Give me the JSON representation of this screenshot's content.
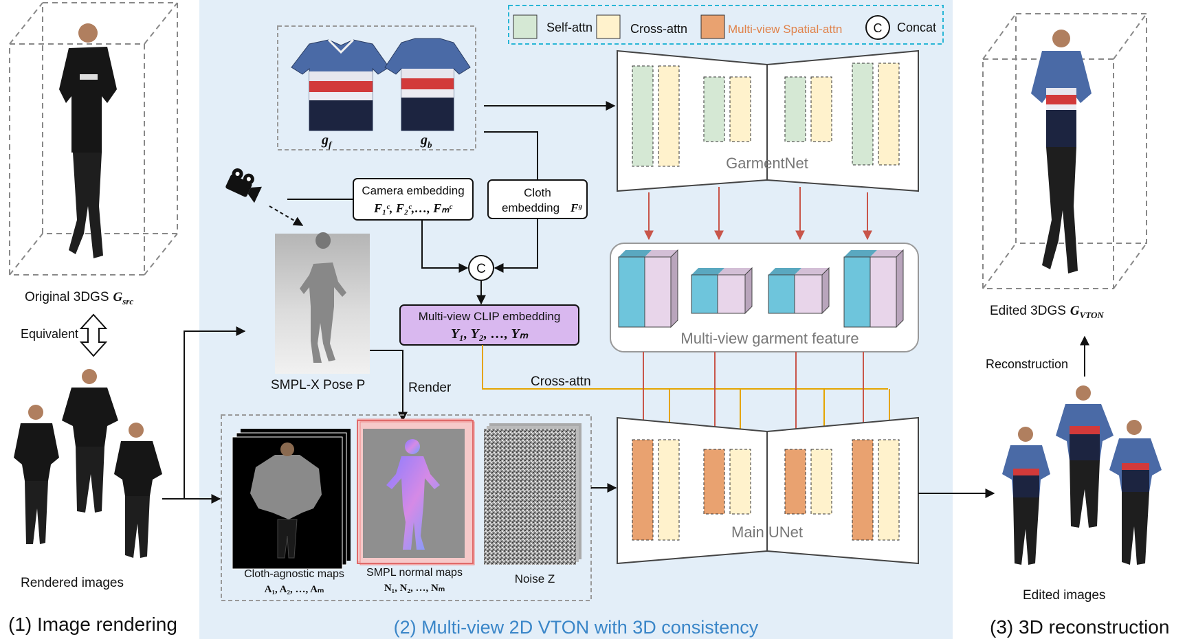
{
  "legend": {
    "self_attn": "Self-attn",
    "cross_attn": "Cross-attn",
    "spatial_attn": "Multi-view Spatial-attn",
    "concat_symbol": "C",
    "concat": "Concat"
  },
  "left": {
    "original_3dgs": "Original 3DGS",
    "g_src": "G",
    "g_src_sub": "src",
    "equivalent": "Equivalent",
    "rendered_images": "Rendered images",
    "stage_title": "(1) Image rendering"
  },
  "middle": {
    "g_f": "g",
    "g_f_sub": "f",
    "g_b": "g",
    "g_b_sub": "b",
    "camera_embedding_title": "Camera embedding",
    "camera_embedding_math": "F₁ᶜ, F₂ᶜ,…, Fₘᶜ",
    "cloth_embedding_line1": "Cloth",
    "cloth_embedding_line2": "embedding",
    "cloth_embedding_math": "Fᵍ",
    "concat_symbol": "C",
    "clip_title": "Multi-view CLIP embedding",
    "clip_math": "Y₁, Y₂, …, Yₘ",
    "smplx_pose": "SMPL-X Pose  P",
    "render": "Render",
    "cross_attn": "Cross-attn",
    "garmentnet": "GarmentNet",
    "garment_feature": "Multi-view garment feature",
    "main_unet": "Main UNet",
    "agnostic_maps": "Cloth-agnostic maps",
    "agnostic_math": "A₁, A₂, …, Aₘ",
    "normal_maps": "SMPL normal maps",
    "normal_math": "N₁, N₂, …, Nₘ",
    "noise": "Noise  Z",
    "stage_title": "(2) Multi-view 2D VTON with 3D consistency"
  },
  "right": {
    "edited_3dgs": "Edited 3DGS",
    "g_vton": "G",
    "g_vton_sub": "VTON",
    "reconstruction": "Reconstruction",
    "edited_images": "Edited images",
    "stage_title": "(3) 3D reconstruction"
  },
  "colors": {
    "panel_bg": "#e3eef8",
    "self_attn": "#d5e8d4",
    "cross_attn": "#fff2cc",
    "spatial_attn": "#e9a270",
    "clip_box": "#d9b8ef",
    "feature_cyan": "#6ec5dc",
    "feature_pink": "#e8d5ea",
    "arrow_red": "#c8554a",
    "arrow_yellow": "#e5a400",
    "stage2_title": "#3a86c8"
  }
}
